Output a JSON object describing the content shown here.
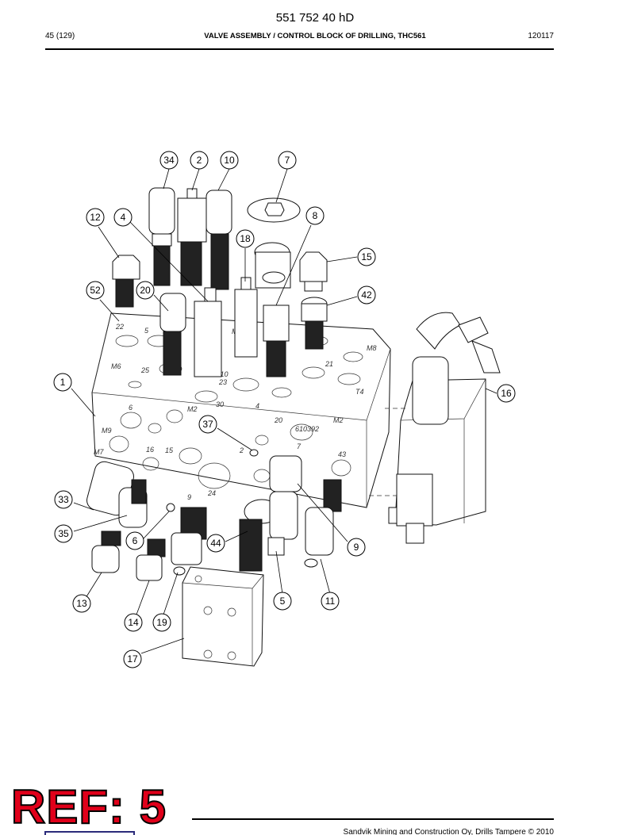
{
  "header": {
    "doc_number": "551 752 40 hD",
    "page": "45 (129)",
    "title": "VALVE ASSEMBLY / CONTROL BLOCK OF DRILLING, THC561",
    "date": "120117"
  },
  "stamp": {
    "text": "REF: 5",
    "color": "#e0001a"
  },
  "footer": {
    "text": "Sandvik Mining and Construction Oy, Drills Tampere © 2010"
  },
  "block_engravings": [
    "22",
    "5",
    "M8",
    "M6",
    "25",
    "29",
    "M10",
    "23",
    "21",
    "T4",
    "M2",
    "30",
    "4",
    "6",
    "20",
    "M2",
    "610392",
    "M9",
    "16",
    "15",
    "2",
    "7",
    "M7",
    "43",
    "24",
    "9",
    "M3",
    "M4"
  ],
  "callouts": [
    {
      "label": "34"
    },
    {
      "label": "2"
    },
    {
      "label": "10"
    },
    {
      "label": "7"
    },
    {
      "label": "12"
    },
    {
      "label": "4"
    },
    {
      "label": "8"
    },
    {
      "label": "18"
    },
    {
      "label": "15"
    },
    {
      "label": "52"
    },
    {
      "label": "20"
    },
    {
      "label": "42"
    },
    {
      "label": "1"
    },
    {
      "label": "16"
    },
    {
      "label": "37"
    },
    {
      "label": "33"
    },
    {
      "label": "35"
    },
    {
      "label": "6"
    },
    {
      "label": "44"
    },
    {
      "label": "9"
    },
    {
      "label": "13"
    },
    {
      "label": "5"
    },
    {
      "label": "11"
    },
    {
      "label": "14"
    },
    {
      "label": "19"
    },
    {
      "label": "17"
    }
  ]
}
